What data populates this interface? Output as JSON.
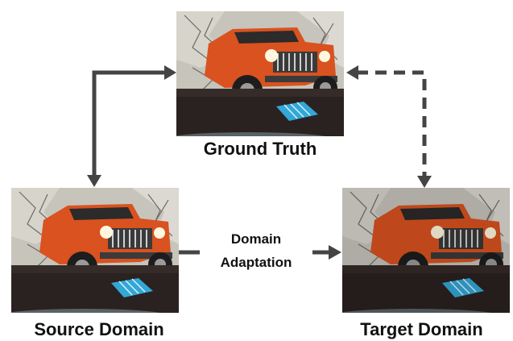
{
  "nodes": {
    "ground_truth": {
      "label": "Ground Truth"
    },
    "source": {
      "label": "Source Domain"
    },
    "target": {
      "label": "Target Domain"
    }
  },
  "edge": {
    "line1": "Domain",
    "line2": "Adaptation"
  },
  "colors": {
    "arrow": "#444444",
    "car": "#d9521f",
    "sofa": "#2a2220",
    "pillow": "#33a7d6",
    "wall": "#b9b6ae"
  }
}
